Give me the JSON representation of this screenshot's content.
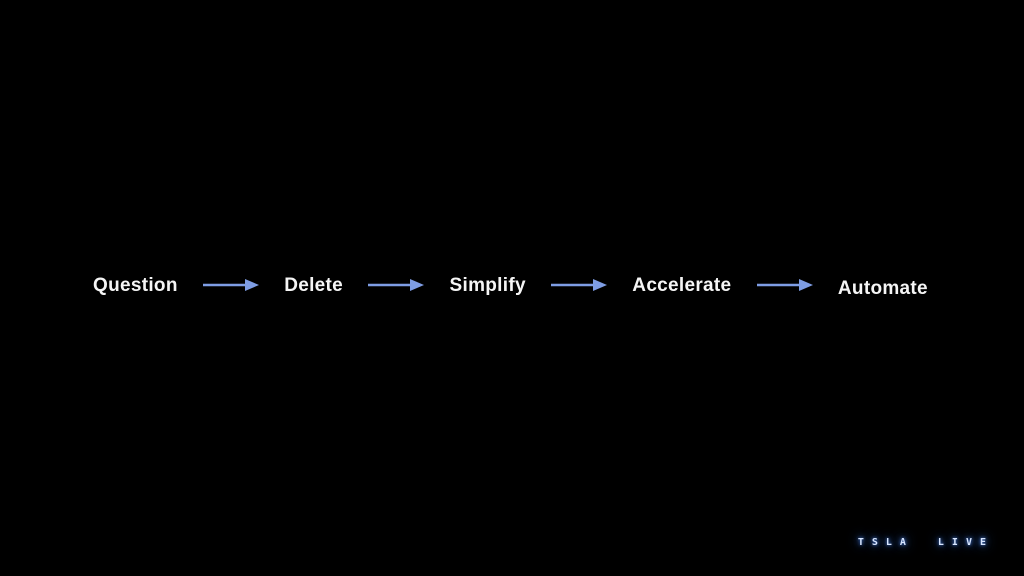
{
  "slide": {
    "steps": [
      "Question",
      "Delete",
      "Simplify",
      "Accelerate",
      "Automate"
    ],
    "watermark": {
      "text": "TSLA LIVE"
    },
    "colors": {
      "background": "#000000",
      "step_text": "#f5f5f5",
      "arrow": "#7e9de4",
      "watermark_text": "#d8e6ff",
      "watermark_glow": "#3f72cf"
    }
  }
}
